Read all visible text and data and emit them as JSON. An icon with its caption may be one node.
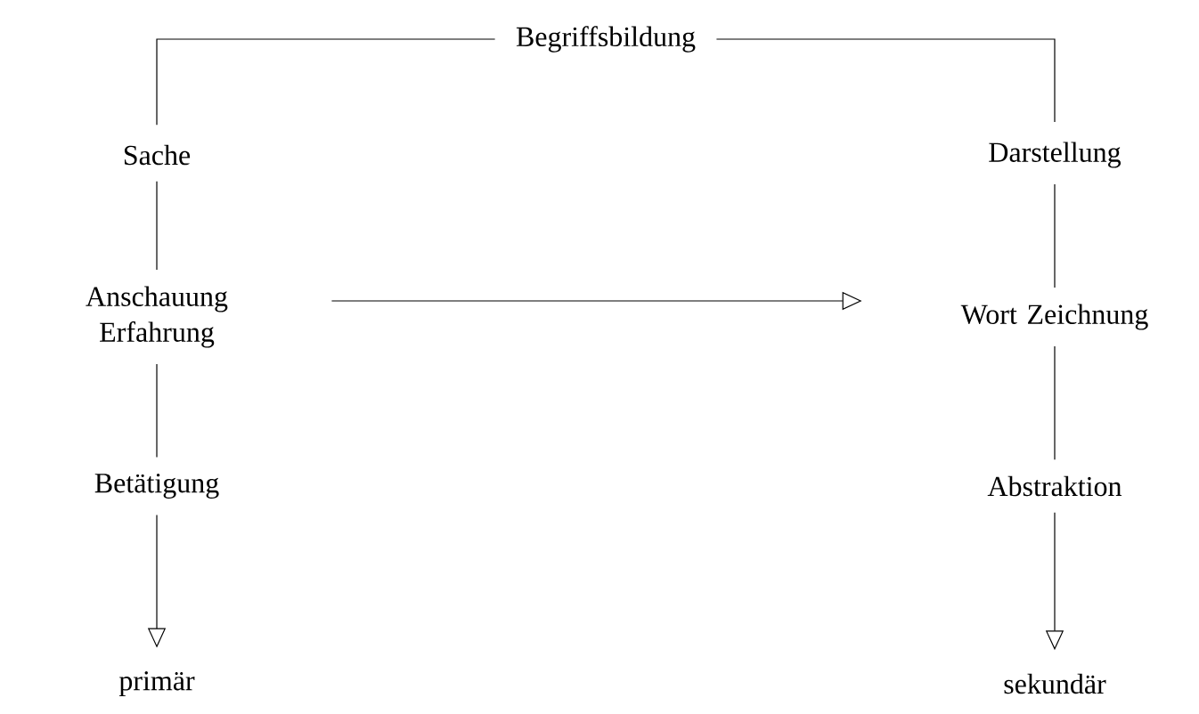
{
  "diagram": {
    "nodes": [
      {
        "text": [
          "Begriffsbildung"
        ]
      },
      {
        "text": [
          "Sache"
        ]
      },
      {
        "text": [
          "Darstellung"
        ]
      },
      {
        "text": [
          "Anschauung Erfahrung"
        ]
      },
      {
        "text": [
          "Wort Zeichnung"
        ]
      },
      {
        "text": [
          "Betätigung"
        ]
      },
      {
        "text": [
          "Abstraktion"
        ]
      },
      {
        "text": [
          "primär"
        ]
      },
      {
        "text": [
          "sekundär"
        ]
      }
    ],
    "edges": [
      {
        "from": 0,
        "to": 1,
        "arrow": "none"
      },
      {
        "from": 0,
        "to": 2,
        "arrow": "none"
      },
      {
        "from": 1,
        "to": 3,
        "arrow": "none"
      },
      {
        "from": 3,
        "to": 5,
        "arrow": "none"
      },
      {
        "from": 5,
        "to": 7,
        "arrow": "to"
      },
      {
        "from": 3,
        "to": 4,
        "arrow": "to"
      },
      {
        "from": 2,
        "to": 4,
        "arrow": "none"
      },
      {
        "from": 4,
        "to": 6,
        "arrow": "none"
      },
      {
        "from": 6,
        "to": 8,
        "arrow": "to"
      }
    ]
  }
}
